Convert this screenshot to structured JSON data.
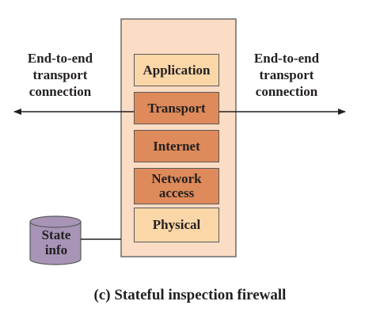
{
  "left_label": [
    "End-to-end",
    "transport",
    "connection"
  ],
  "right_label": [
    "End-to-end",
    "transport",
    "connection"
  ],
  "layers": [
    {
      "name": "layer-application",
      "text": [
        "Application"
      ],
      "tone": "light"
    },
    {
      "name": "layer-transport",
      "text": [
        "Transport"
      ],
      "tone": "dark"
    },
    {
      "name": "layer-internet",
      "text": [
        "Internet"
      ],
      "tone": "dark"
    },
    {
      "name": "layer-network-access",
      "text": [
        "Network",
        "access"
      ],
      "tone": "dark"
    },
    {
      "name": "layer-physical",
      "text": [
        "Physical"
      ],
      "tone": "light"
    }
  ],
  "state_info": [
    "State",
    "info"
  ],
  "caption": "(c) Stateful inspection firewall",
  "colors": {
    "firewall_frame": "#fbdcc4",
    "layer_light": "#fbd7a8",
    "layer_dark": "#de8a5a",
    "cylinder": "#a794b6"
  }
}
